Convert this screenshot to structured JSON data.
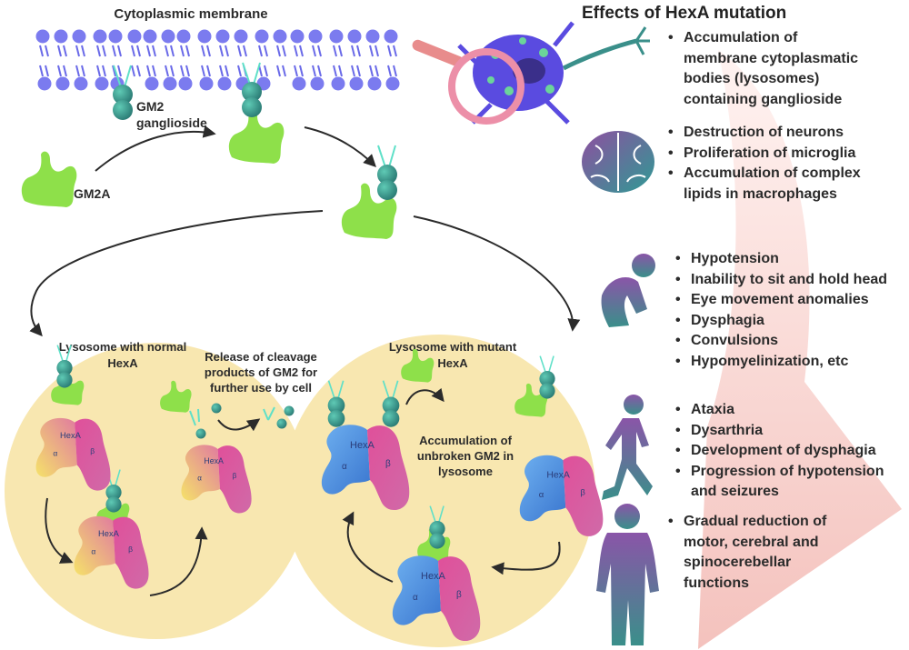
{
  "membrane_label": "Cytoplasmic membrane",
  "gm2_label": [
    "GM2",
    "ganglioside"
  ],
  "gm2a_label": "GM2A",
  "lysosome_normal": [
    "Lysosome with normal",
    "HexA"
  ],
  "release_label": [
    "Release of cleavage",
    "products of GM2 for",
    "further use by cell"
  ],
  "lysosome_mutant": [
    "Lysosome with mutant",
    "HexA"
  ],
  "accumulation_label": [
    "Accumulation of",
    "unbroken GM2 in",
    "lysosome"
  ],
  "enzyme": {
    "name": "HexA",
    "alpha": "α",
    "beta": "β"
  },
  "effects_title": "Effects of HexA mutation",
  "effects": [
    {
      "icon": "neuron-magnifier-icon",
      "items": [
        [
          "Accumulation of",
          "membrane cytoplasmatic",
          "bodies (lysosomes)",
          "containing ganglioside"
        ]
      ]
    },
    {
      "icon": "brain-icon",
      "items": [
        [
          "Destruction of neurons"
        ],
        [
          "Proliferation of microglia"
        ],
        [
          "Accumulation of complex",
          "lipids in macrophages"
        ]
      ]
    },
    {
      "icon": "crawling-baby-icon",
      "items": [
        [
          "Hypotension"
        ],
        [
          "Inability to sit and hold head"
        ],
        [
          "Eye movement anomalies"
        ],
        [
          "Dysphagia"
        ],
        [
          "Convulsions"
        ],
        [
          "Hypomyelinization, etc"
        ]
      ]
    },
    {
      "icon": "running-child-icon",
      "items": [
        [
          "Ataxia"
        ],
        [
          "Dysarthria"
        ],
        [
          "Development of dysphagia"
        ],
        [
          "Progression of hypotension",
          "and seizures"
        ]
      ]
    },
    {
      "icon": "adult-figure-icon",
      "items": [
        [
          "Gradual reduction of",
          "motor, cerebral and",
          "spinocerebellar",
          "functions"
        ]
      ]
    }
  ],
  "colors": {
    "membrane": "#7b7bef",
    "gm2a": "#8ee04a",
    "ganglioside": "#3aa596",
    "lysosome": "#f8e7b0",
    "hexa_beta": "#d8529e",
    "hexa_alpha_mutant": "#4f93e0",
    "progression_arrow": "#f6c9c4"
  }
}
